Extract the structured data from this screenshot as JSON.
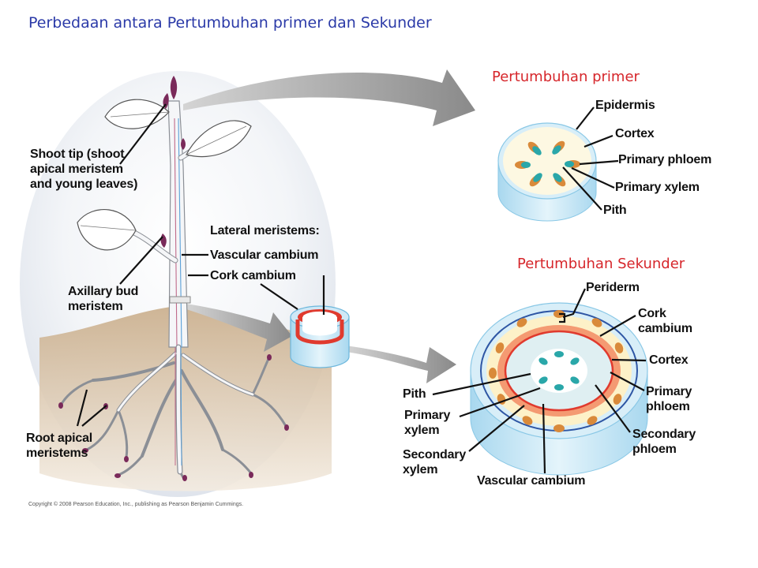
{
  "title": "Perbedaan antara Pertumbuhan primer dan Sekunder",
  "plant": {
    "shoot_tip": [
      "Shoot tip (shoot",
      "apical meristem",
      "and young leaves)"
    ],
    "axillary_bud": [
      "Axillary bud",
      "meristem"
    ],
    "root_apical": [
      "Root apical",
      "meristems"
    ],
    "lateral_meristems": "Lateral meristems:",
    "vascular_cambium": "Vascular cambium",
    "cork_cambium": "Cork cambium"
  },
  "primary": {
    "title": "Pertumbuhan primer",
    "epidermis": "Epidermis",
    "cortex": "Cortex",
    "primary_phloem": "Primary phloem",
    "primary_xylem": "Primary xylem",
    "pith": "Pith"
  },
  "secondary": {
    "title": "Pertumbuhan Sekunder",
    "periderm": "Periderm",
    "cork_cambium": [
      "Cork",
      "cambium"
    ],
    "cortex": "Cortex",
    "primary_phloem": [
      "Primary",
      "phloem"
    ],
    "secondary_phloem": [
      "Secondary",
      "phloem"
    ],
    "vascular_cambium": "Vascular cambium",
    "secondary_xylem": [
      "Secondary",
      "xylem"
    ],
    "primary_xylem": [
      "Primary",
      "xylem"
    ],
    "pith": "Pith"
  },
  "copyright": "Copyright © 2008 Pearson Education, Inc., publishing as Pearson Benjamin Cummings.",
  "colors": {
    "title": "#2b3aa8",
    "section_title": "#d6262b",
    "cortex_fill": "#fdf8e2",
    "epidermis_blue": "#bfe3f3",
    "phloem_orange": "#d98a3a",
    "xylem_teal": "#2aa7a9",
    "vascular_cambium_red": "#e03a2e"
  }
}
